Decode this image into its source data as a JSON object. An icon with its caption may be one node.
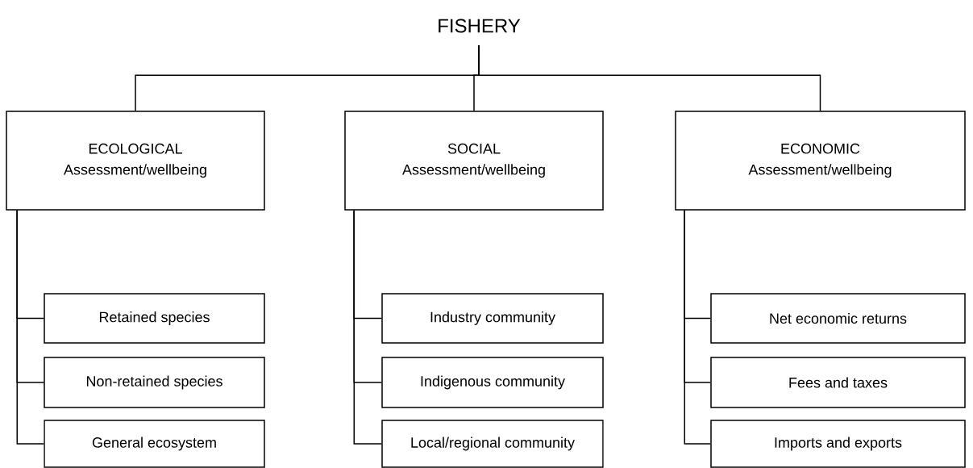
{
  "diagram": {
    "nodes": [
      {
        "text": [
          "FISHERY"
        ]
      },
      {
        "text": [
          "ECOLOGICAL",
          "Assessment/wellbeing"
        ]
      },
      {
        "text": [
          "SOCIAL",
          "Assessment/wellbeing"
        ]
      },
      {
        "text": [
          "ECONOMIC",
          "Assessment/wellbeing"
        ]
      },
      {
        "text": [
          "Retained species"
        ]
      },
      {
        "text": [
          "Non-retained species"
        ]
      },
      {
        "text": [
          "General ecosystem"
        ]
      },
      {
        "text": [
          "Industry community"
        ]
      },
      {
        "text": [
          "Indigenous community"
        ]
      },
      {
        "text": [
          "Local/regional community"
        ]
      },
      {
        "text": [
          "Net economic returns"
        ]
      },
      {
        "text": [
          "Fees and taxes"
        ]
      },
      {
        "text": [
          "Imports and exports"
        ]
      }
    ],
    "edges": [
      {
        "from": 0,
        "to": 1,
        "arrow": "none"
      },
      {
        "from": 0,
        "to": 2,
        "arrow": "none"
      },
      {
        "from": 0,
        "to": 3,
        "arrow": "none"
      },
      {
        "from": 1,
        "to": 4,
        "arrow": "none"
      },
      {
        "from": 1,
        "to": 5,
        "arrow": "none"
      },
      {
        "from": 1,
        "to": 6,
        "arrow": "none"
      },
      {
        "from": 2,
        "to": 7,
        "arrow": "none"
      },
      {
        "from": 2,
        "to": 8,
        "arrow": "none"
      },
      {
        "from": 2,
        "to": 9,
        "arrow": "none"
      },
      {
        "from": 3,
        "to": 10,
        "arrow": "none"
      },
      {
        "from": 3,
        "to": 11,
        "arrow": "none"
      },
      {
        "from": 3,
        "to": 12,
        "arrow": "none"
      }
    ]
  }
}
